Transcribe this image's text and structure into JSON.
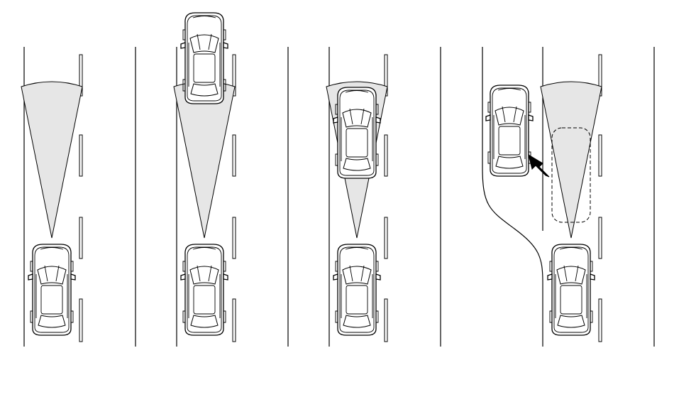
{
  "palette": {
    "beam_fill": "#e6e6e6",
    "line": "#000000",
    "background": "#ffffff"
  },
  "icons": {
    "arrow": "cut-in-direction-arrow-icon",
    "car": "car-top-view-icon"
  },
  "panels": [
    {
      "id": "panel-1",
      "cars": [
        "own-car"
      ]
    },
    {
      "id": "panel-2",
      "cars": [
        "own-car",
        "distant-vehicle-ahead"
      ]
    },
    {
      "id": "panel-3",
      "cars": [
        "own-car",
        "vehicle-ahead-in-beam"
      ]
    },
    {
      "id": "panel-4",
      "cars": [
        "own-car",
        "merging-vehicle",
        "cut-in-ghost-vehicle"
      ]
    }
  ]
}
